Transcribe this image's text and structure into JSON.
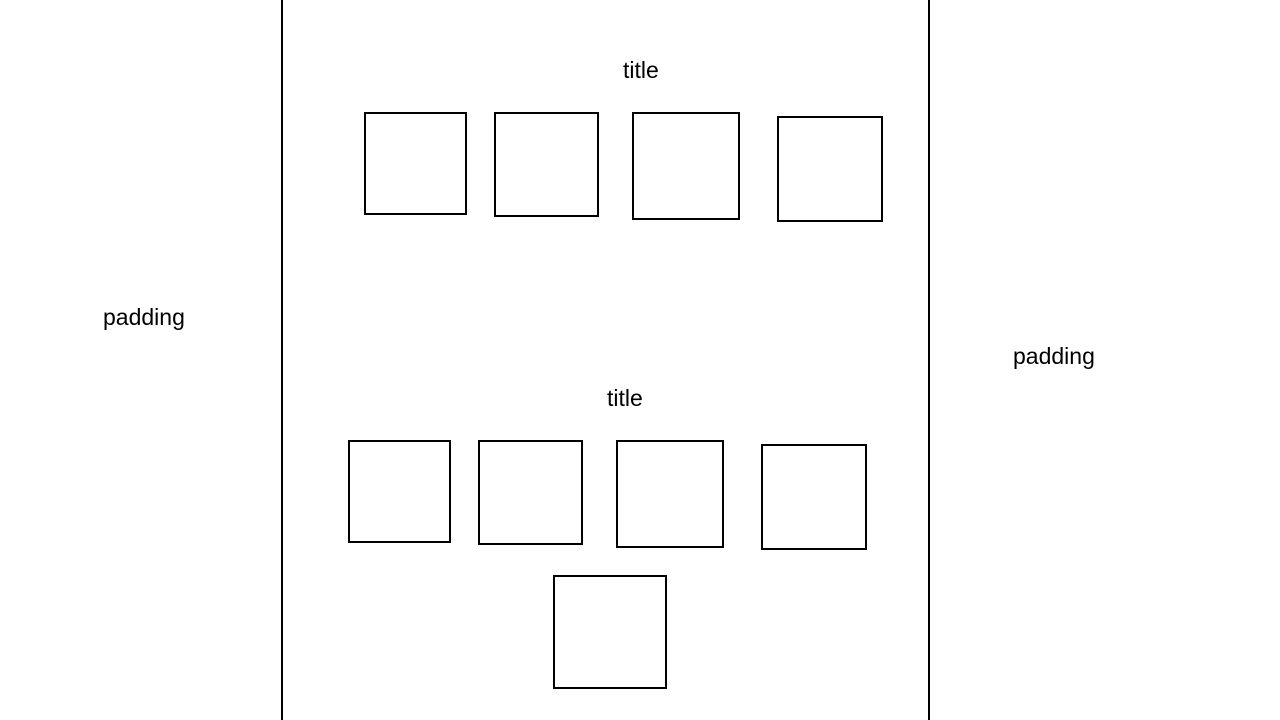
{
  "left_column": {
    "label": "padding"
  },
  "right_column": {
    "label": "padding"
  },
  "sections": [
    {
      "title": "title",
      "box_count": 4
    },
    {
      "title": "title",
      "box_count": 5
    }
  ],
  "colors": {
    "stroke": "#000000",
    "background": "#ffffff"
  }
}
